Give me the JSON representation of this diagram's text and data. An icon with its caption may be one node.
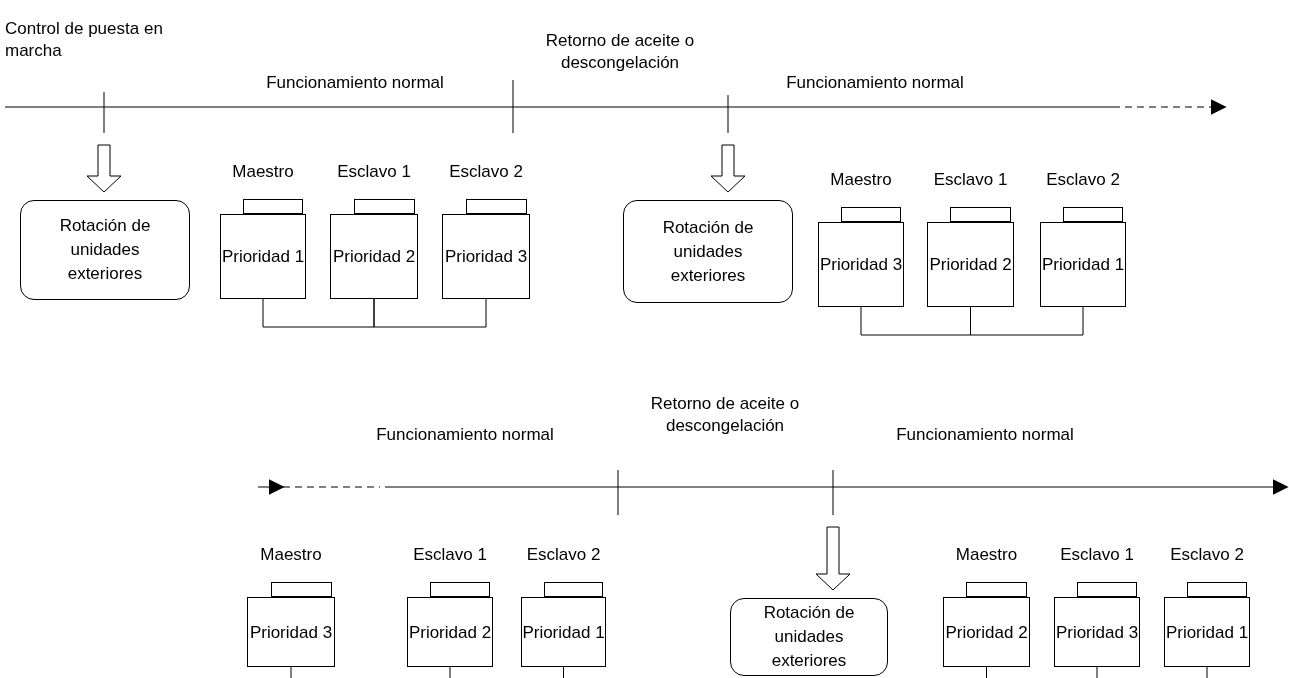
{
  "diagram": {
    "nodes": [
      {
        "text": [
          "Rotación de unidades exteriores"
        ]
      },
      {
        "text": [
          "Maestro",
          "Prioridad 1"
        ]
      },
      {
        "text": [
          "Esclavo 1",
          "Prioridad 2"
        ]
      },
      {
        "text": [
          "Esclavo 2",
          "Prioridad 3"
        ]
      },
      {
        "text": [
          "Rotación de unidades exteriores"
        ]
      },
      {
        "text": [
          "Maestro",
          "Prioridad 3"
        ]
      },
      {
        "text": [
          "Esclavo 1",
          "Prioridad 2"
        ]
      },
      {
        "text": [
          "Esclavo 2",
          "Prioridad 1"
        ]
      },
      {
        "text": [
          "Maestro",
          "Prioridad 3"
        ]
      },
      {
        "text": [
          "Esclavo 1",
          "Prioridad 2"
        ]
      },
      {
        "text": [
          "Esclavo 2",
          "Prioridad 1"
        ]
      },
      {
        "text": [
          "Rotación de unidades exteriores"
        ]
      },
      {
        "text": [
          "Maestro",
          "Prioridad 2"
        ]
      },
      {
        "text": [
          "Esclavo 1",
          "Prioridad 3"
        ]
      },
      {
        "text": [
          "Esclavo 2",
          "Prioridad 1"
        ]
      }
    ],
    "edges": [
      {
        "from": null,
        "to": 0,
        "arrow": "to"
      },
      {
        "from": 1,
        "to": 2,
        "arrow": "none"
      },
      {
        "from": 2,
        "to": 3,
        "arrow": "none"
      },
      {
        "from": null,
        "to": 4,
        "arrow": "to"
      },
      {
        "from": 5,
        "to": 6,
        "arrow": "none"
      },
      {
        "from": 6,
        "to": 7,
        "arrow": "none"
      },
      {
        "from": null,
        "to": 11,
        "arrow": "to"
      },
      {
        "from": 8,
        "to": null,
        "arrow": "none"
      },
      {
        "from": 9,
        "to": null,
        "arrow": "none"
      },
      {
        "from": 10,
        "to": null,
        "arrow": "none"
      },
      {
        "from": 12,
        "to": null,
        "arrow": "none"
      },
      {
        "from": 13,
        "to": null,
        "arrow": "none"
      },
      {
        "from": 14,
        "to": null,
        "arrow": "none"
      }
    ],
    "labels": [
      "Control de puesta en marcha",
      "Retorno de aceite o descongelación",
      "Funcionamiento normal",
      "Funcionamiento normal",
      "Retorno de aceite o descongelación",
      "Funcionamiento normal",
      "Funcionamiento normal"
    ]
  }
}
